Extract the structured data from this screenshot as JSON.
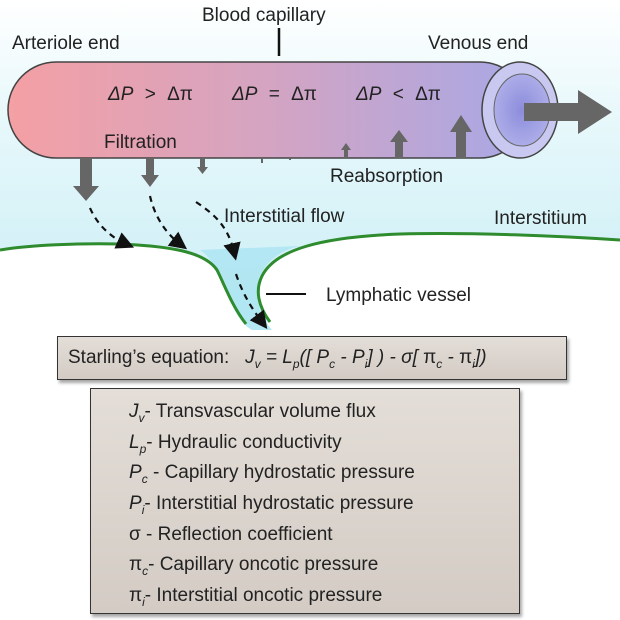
{
  "labels": {
    "blood_capillary": "Blood capillary",
    "arteriole_end": "Arteriole end",
    "venous_end": "Venous end",
    "filtration": "Filtration",
    "reabsorption": "Reabsorption",
    "interstitial_flow": "Interstitial flow",
    "interstitium": "Interstitium",
    "lymphatic_vessel": "Lymphatic vessel"
  },
  "conditions": {
    "arterial": {
      "lhs": "ΔP",
      "op": ">",
      "rhs": "Δπ"
    },
    "middle": {
      "lhs": "ΔP",
      "op": "=",
      "rhs": "Δπ"
    },
    "venous": {
      "lhs": "ΔP",
      "op": "<",
      "rhs": "Δπ"
    }
  },
  "equation": {
    "title": "Starling’s equation:",
    "J": "J",
    "J_sub": "v",
    "eq": " = ",
    "L": "L",
    "L_sub": "p",
    "open": "([ ",
    "Pc": "P",
    "Pc_sub": "c",
    "minus1": " - ",
    "Pi": "P",
    "Pi_sub": "i",
    "mid": "] ) - σ[ ",
    "pic": "π",
    "pic_sub": "c",
    "minus2": " - ",
    "pii": "π",
    "pii_sub": "i",
    "close": "])"
  },
  "legend": [
    {
      "sym": "J",
      "sub": "v",
      "text": "- Transvascular volume flux"
    },
    {
      "sym": "L",
      "sub": "p",
      "text": "- Hydraulic conductivity"
    },
    {
      "sym": "P",
      "sub": "c",
      "text": " - Capillary hydrostatic pressure"
    },
    {
      "sym": "P",
      "sub": "i",
      "text": "- Interstitial hydrostatic pressure"
    },
    {
      "sym": "σ",
      "sub": "",
      "text": " - Reflection coefficient"
    },
    {
      "sym": "π",
      "sub": "c",
      "text": "- Capillary oncotic pressure"
    },
    {
      "sym": "π",
      "sub": "i",
      "text": "- Interstitial oncotic pressure"
    }
  ],
  "colors": {
    "capillary_start": "#f4a0a4",
    "capillary_end": "#a8a8e6",
    "interstitium_fill": "#d5f2f8",
    "lymph_fill": "#aee6f2",
    "lymph_outline": "#2e8b2e",
    "arrow": "#666666"
  },
  "icons": {
    "filtration_arrows": "down-arrow",
    "reabsorption_arrows": "up-arrow",
    "flow_arrows": "dashed-curved-arrow",
    "outflow": "right-arrow"
  }
}
